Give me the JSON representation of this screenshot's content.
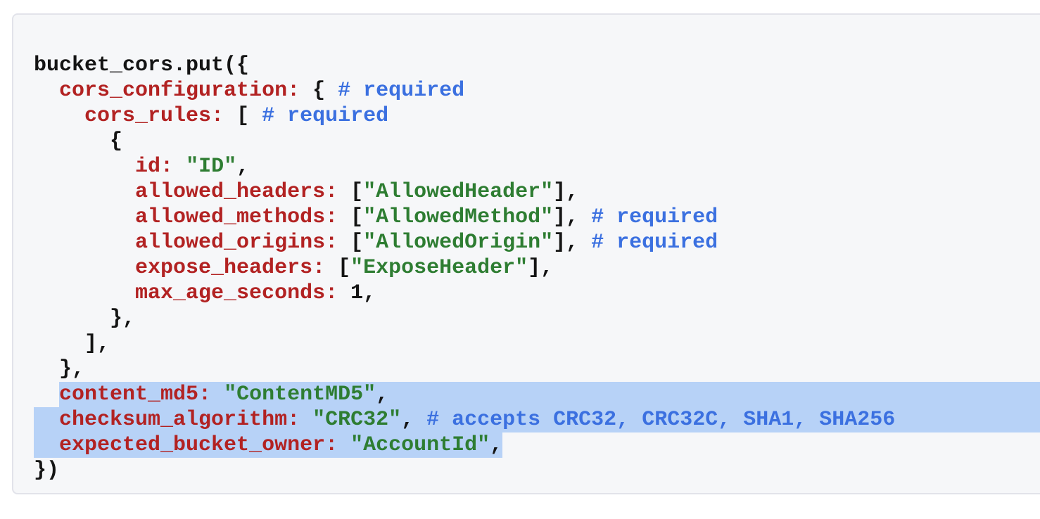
{
  "colors": {
    "page_bg": "#ffffff",
    "block_bg": "#f6f7f9",
    "block_border": "#e2e3ea",
    "text": "#141414",
    "key": "#b22222",
    "string": "#2e7d32",
    "comment": "#3b70e0",
    "selection": "#b7d2f7"
  },
  "code": {
    "language": "ruby",
    "lines": [
      {
        "tokens": [
          {
            "c": "plain",
            "t": "bucket_cors.put({"
          }
        ]
      },
      {
        "tokens": [
          {
            "c": "plain",
            "t": "  "
          },
          {
            "c": "key",
            "t": "cors_configuration:"
          },
          {
            "c": "plain",
            "t": " { "
          },
          {
            "c": "com",
            "t": "# required"
          }
        ]
      },
      {
        "tokens": [
          {
            "c": "plain",
            "t": "    "
          },
          {
            "c": "key",
            "t": "cors_rules:"
          },
          {
            "c": "plain",
            "t": " [ "
          },
          {
            "c": "com",
            "t": "# required"
          }
        ]
      },
      {
        "tokens": [
          {
            "c": "plain",
            "t": "      {"
          }
        ]
      },
      {
        "tokens": [
          {
            "c": "plain",
            "t": "        "
          },
          {
            "c": "key",
            "t": "id:"
          },
          {
            "c": "plain",
            "t": " "
          },
          {
            "c": "str",
            "t": "\"ID\""
          },
          {
            "c": "plain",
            "t": ","
          }
        ]
      },
      {
        "tokens": [
          {
            "c": "plain",
            "t": "        "
          },
          {
            "c": "key",
            "t": "allowed_headers:"
          },
          {
            "c": "plain",
            "t": " ["
          },
          {
            "c": "str",
            "t": "\"AllowedHeader\""
          },
          {
            "c": "plain",
            "t": "],"
          }
        ]
      },
      {
        "tokens": [
          {
            "c": "plain",
            "t": "        "
          },
          {
            "c": "key",
            "t": "allowed_methods:"
          },
          {
            "c": "plain",
            "t": " ["
          },
          {
            "c": "str",
            "t": "\"AllowedMethod\""
          },
          {
            "c": "plain",
            "t": "], "
          },
          {
            "c": "com",
            "t": "# required"
          }
        ]
      },
      {
        "tokens": [
          {
            "c": "plain",
            "t": "        "
          },
          {
            "c": "key",
            "t": "allowed_origins:"
          },
          {
            "c": "plain",
            "t": " ["
          },
          {
            "c": "str",
            "t": "\"AllowedOrigin\""
          },
          {
            "c": "plain",
            "t": "], "
          },
          {
            "c": "com",
            "t": "# required"
          }
        ]
      },
      {
        "tokens": [
          {
            "c": "plain",
            "t": "        "
          },
          {
            "c": "key",
            "t": "expose_headers:"
          },
          {
            "c": "plain",
            "t": " ["
          },
          {
            "c": "str",
            "t": "\"ExposeHeader\""
          },
          {
            "c": "plain",
            "t": "],"
          }
        ]
      },
      {
        "tokens": [
          {
            "c": "plain",
            "t": "        "
          },
          {
            "c": "key",
            "t": "max_age_seconds:"
          },
          {
            "c": "plain",
            "t": " 1,"
          }
        ]
      },
      {
        "tokens": [
          {
            "c": "plain",
            "t": "      },"
          }
        ]
      },
      {
        "tokens": [
          {
            "c": "plain",
            "t": "    ],"
          }
        ]
      },
      {
        "tokens": [
          {
            "c": "plain",
            "t": "  },"
          }
        ]
      },
      {
        "tokens": [
          {
            "c": "plain",
            "t": "  "
          },
          {
            "c": "key",
            "t": "content_md5:"
          },
          {
            "c": "plain",
            "t": " "
          },
          {
            "c": "str",
            "t": "\"ContentMD5\""
          },
          {
            "c": "plain",
            "t": ","
          }
        ],
        "highlight": {
          "from_col": 2,
          "to": "edge"
        }
      },
      {
        "tokens": [
          {
            "c": "plain",
            "t": "  "
          },
          {
            "c": "key",
            "t": "checksum_algorithm:"
          },
          {
            "c": "plain",
            "t": " "
          },
          {
            "c": "str",
            "t": "\"CRC32\""
          },
          {
            "c": "plain",
            "t": ", "
          },
          {
            "c": "com",
            "t": "# accepts CRC32, CRC32C, SHA1, SHA256"
          }
        ],
        "highlight": {
          "from_col": 0,
          "to": "edge"
        }
      },
      {
        "tokens": [
          {
            "c": "plain",
            "t": "  "
          },
          {
            "c": "key",
            "t": "expected_bucket_owner:"
          },
          {
            "c": "plain",
            "t": " "
          },
          {
            "c": "str",
            "t": "\"AccountId\""
          },
          {
            "c": "plain",
            "t": ","
          }
        ],
        "highlight": {
          "from_col": 0,
          "to_col": 37
        }
      },
      {
        "tokens": [
          {
            "c": "plain",
            "t": "})"
          }
        ]
      }
    ]
  }
}
